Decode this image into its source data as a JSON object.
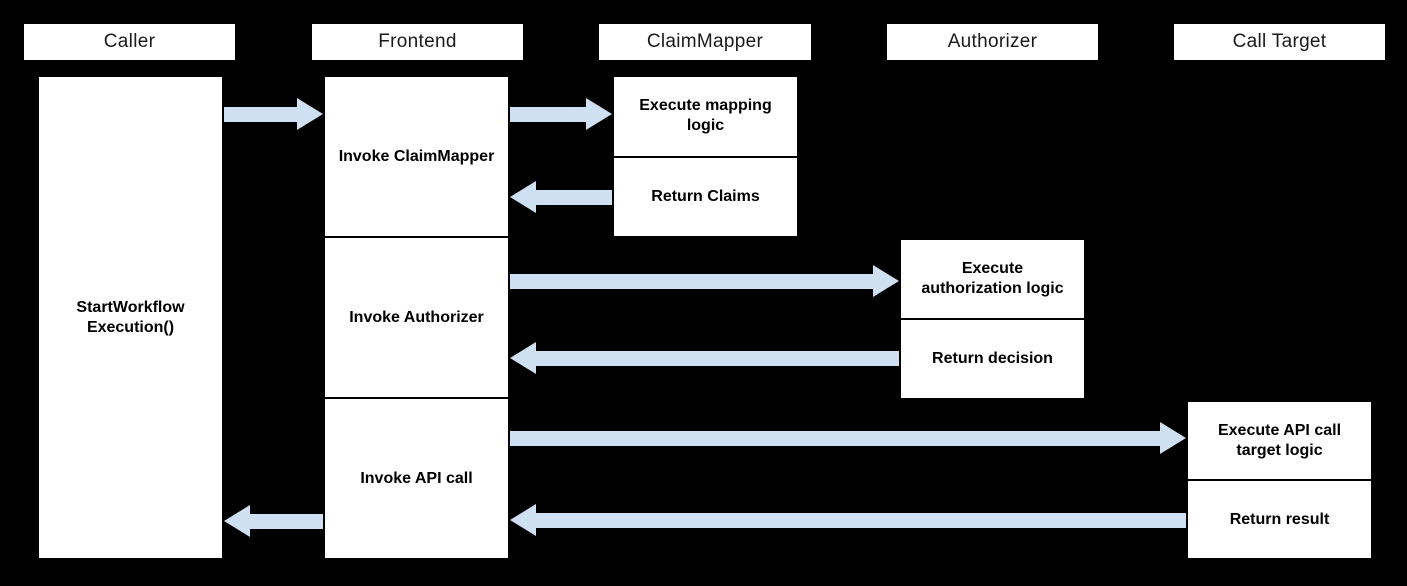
{
  "diagram": {
    "type": "sequence-diagram",
    "colors": {
      "background": "#000000",
      "box_background": "#ffffff",
      "box_border": "#000000",
      "arrow": "#cfe0f2",
      "text": "#000000"
    },
    "lanes": [
      {
        "label": "Caller"
      },
      {
        "label": "Frontend"
      },
      {
        "label": "ClaimMapper"
      },
      {
        "label": "Authorizer"
      },
      {
        "label": "Call Target"
      }
    ],
    "caller": {
      "activity": "StartWorkflow Execution()"
    },
    "frontend_steps": [
      {
        "label": "Invoke ClaimMapper"
      },
      {
        "label": "Invoke Authorizer"
      },
      {
        "label": "Invoke API call"
      }
    ],
    "claimmapper_steps": [
      {
        "label": "Execute mapping logic"
      },
      {
        "label": "Return Claims"
      }
    ],
    "authorizer_steps": [
      {
        "label": "Execute authorization logic"
      },
      {
        "label": "Return decision"
      }
    ],
    "calltarget_steps": [
      {
        "label": "Execute API call target logic"
      },
      {
        "label": "Return result"
      }
    ],
    "arrows": [
      {
        "name": "caller-to-frontend",
        "direction": "right"
      },
      {
        "name": "frontend-to-claimmapper",
        "direction": "right"
      },
      {
        "name": "claimmapper-to-frontend",
        "direction": "left"
      },
      {
        "name": "frontend-to-authorizer",
        "direction": "right"
      },
      {
        "name": "authorizer-to-frontend",
        "direction": "left"
      },
      {
        "name": "frontend-to-calltarget",
        "direction": "right"
      },
      {
        "name": "calltarget-to-frontend",
        "direction": "left"
      },
      {
        "name": "frontend-to-caller",
        "direction": "left"
      }
    ]
  }
}
